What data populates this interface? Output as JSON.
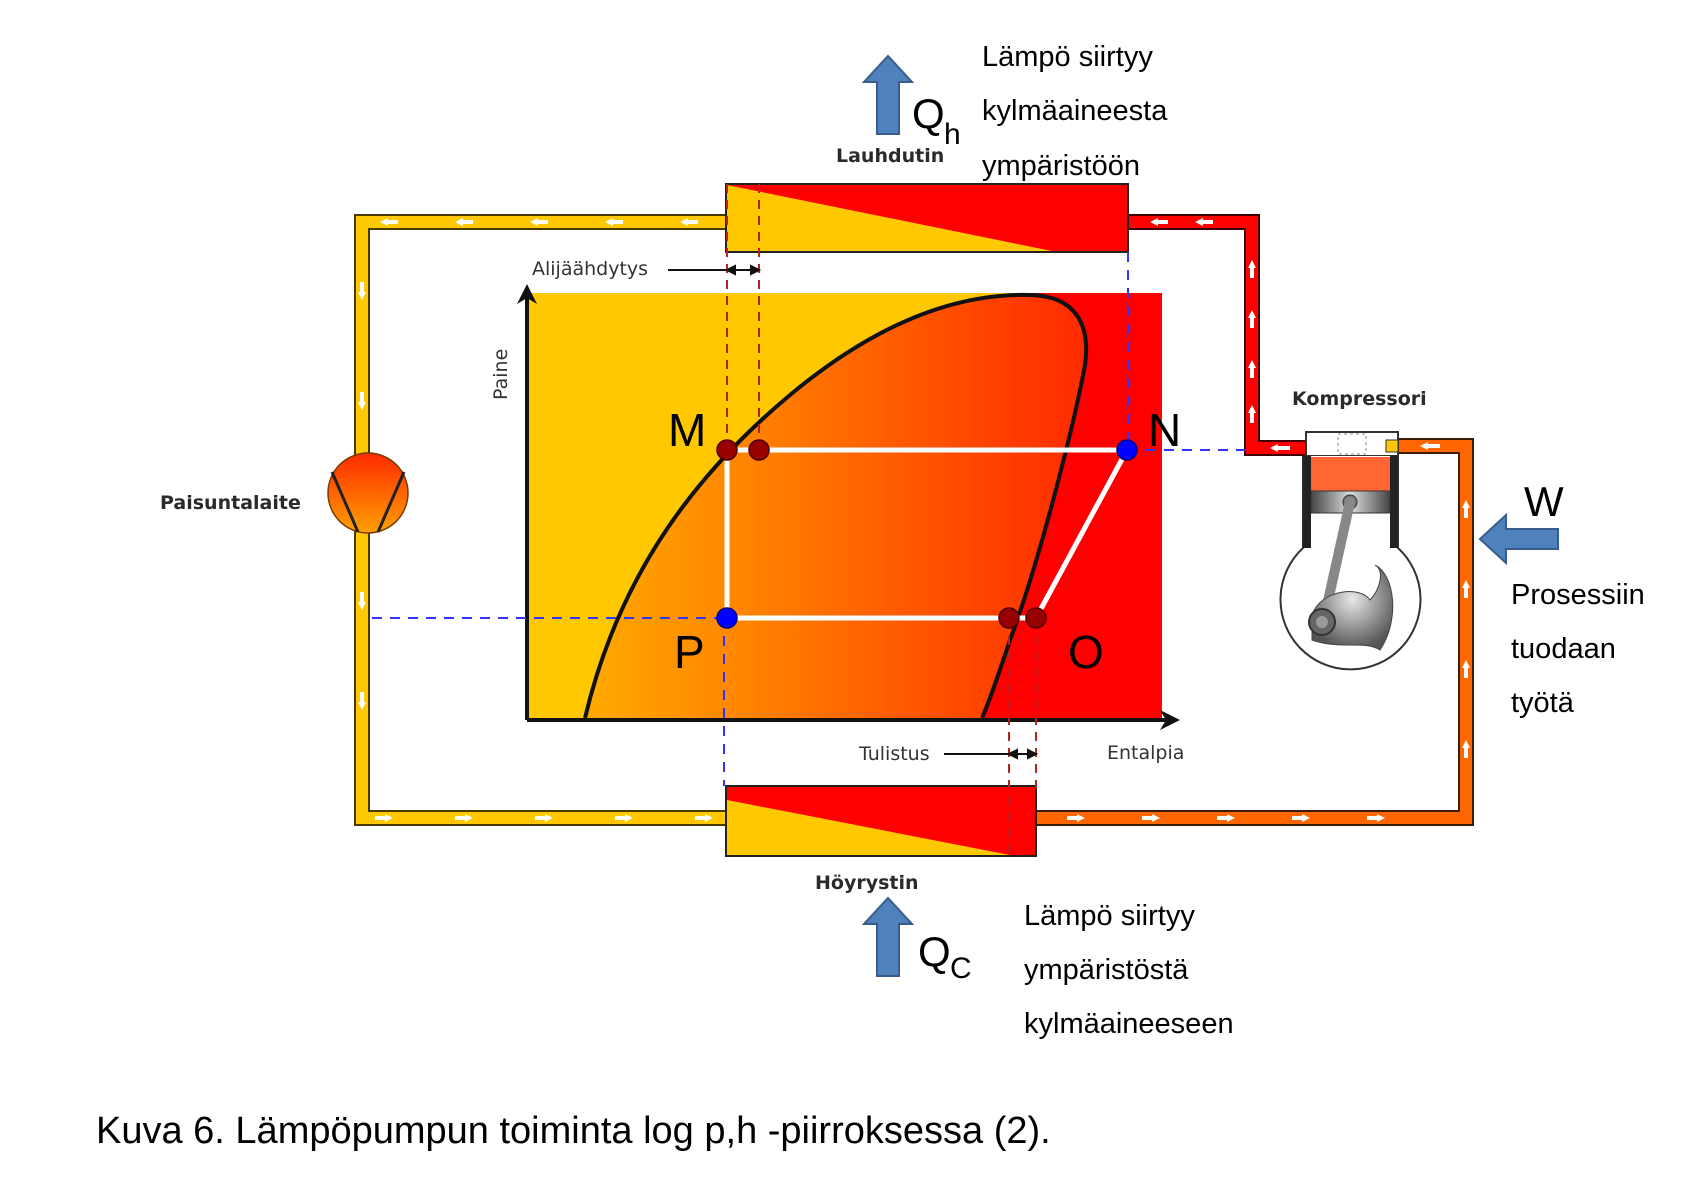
{
  "figure": {
    "caption": "Kuva 6. Lämpöpumpun toiminta log p,h -piirroksessa (2).",
    "components": {
      "condenser": "Lauhdutin",
      "evaporator": "Höyrystin",
      "compressor": "Kompressori",
      "expansion_valve": "Paisuntalaite"
    },
    "axes": {
      "y_label": "Paine",
      "x_label": "Entalpia"
    },
    "annotations": {
      "subcooling": "Alijäähdytys",
      "superheating": "Tulistus"
    },
    "points": {
      "M": "M",
      "N": "N",
      "O": "O",
      "P": "P"
    },
    "heat_out": {
      "symbol": "Q",
      "subscript": "h",
      "lines": [
        "Lämpö siirtyy",
        "kylmäaineesta",
        "ympäristöön"
      ]
    },
    "heat_in": {
      "symbol": "Q",
      "subscript": "C",
      "lines": [
        "Lämpö siirtyy",
        "ympäristöstä",
        "kylmäaineeseen"
      ]
    },
    "work_in": {
      "symbol": "W",
      "lines": [
        "Prosessiin",
        "tuodaan",
        "työtä"
      ]
    },
    "colors": {
      "liquid": "#FFC800",
      "vapor": "#FF0000",
      "mix_mid": "#FF7A00",
      "suction_pipe": "#FF6600",
      "arrow_blue": "#4F81BD",
      "arrow_blue_dark": "#385D8A",
      "state_point_blue": "#0000FF",
      "state_point_red": "#990000",
      "dash_blue": "#3333FF",
      "dash_red": "#B22222"
    }
  }
}
